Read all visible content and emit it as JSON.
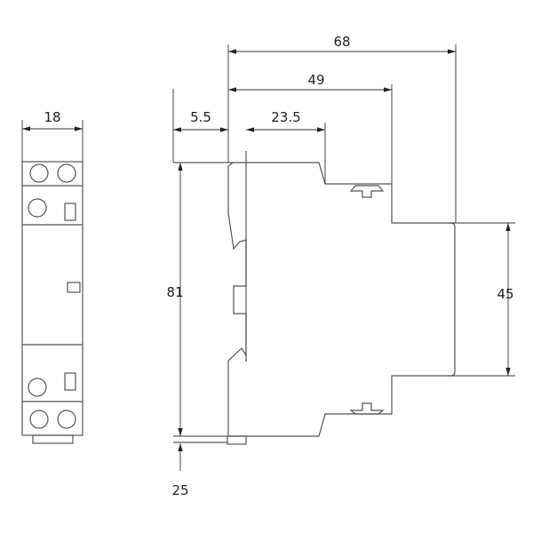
{
  "dimensions": {
    "front_width": "18",
    "overall_depth": "68",
    "depth_to_step": "49",
    "rail_offset": "5.5",
    "upper_step": "23.5",
    "height": "81",
    "front_height": "45",
    "bottom_clip": "25"
  },
  "colors": {
    "line": "#555555",
    "dimension": "#333333"
  }
}
